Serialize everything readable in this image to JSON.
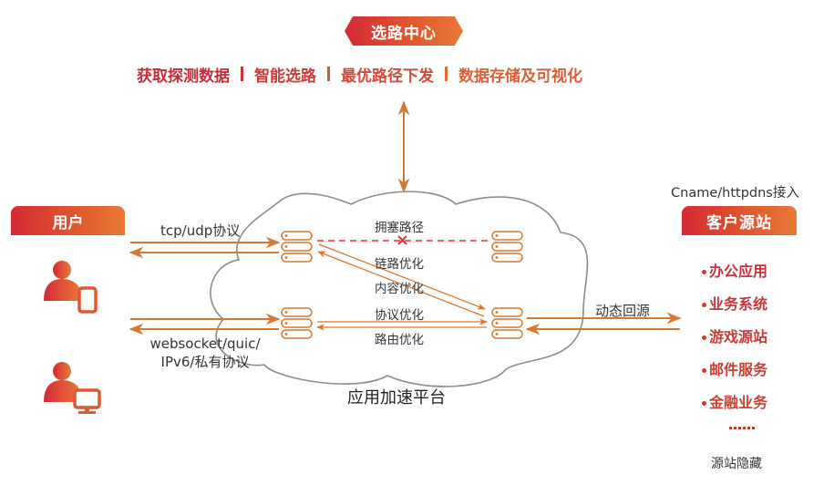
{
  "header": {
    "center_badge": "选路中心",
    "features": [
      "获取探测数据",
      "智能选路",
      "最优路径下发",
      "数据存储及可视化"
    ]
  },
  "user": {
    "badge": "用户",
    "icons": [
      "person-mobile-icon",
      "person-desktop-icon"
    ],
    "protocol_top": "tcp/udp协议",
    "protocol_bottom_line1": "websocket/quic/",
    "protocol_bottom_line2": "IPv6/私有协议"
  },
  "platform": {
    "title": "应用加速平台",
    "congested_path": "拥塞路径",
    "optimizations": [
      "链路优化",
      "内容优化",
      "协议优化",
      "路由优化"
    ]
  },
  "origin": {
    "access_label": "Cname/httpdns接入",
    "badge": "客户源站",
    "back_to_origin": "动态回源",
    "services": [
      "办公应用",
      "业务系统",
      "游戏源站",
      "邮件服务",
      "金融业务"
    ],
    "hidden_label": "源站隐藏"
  },
  "colors": {
    "accent_red": "#d42a35",
    "accent_orange": "#e0782f",
    "arrow": "#d9772f",
    "congestion": "#e0323a",
    "cloud_stroke": "#8c8c8c"
  }
}
